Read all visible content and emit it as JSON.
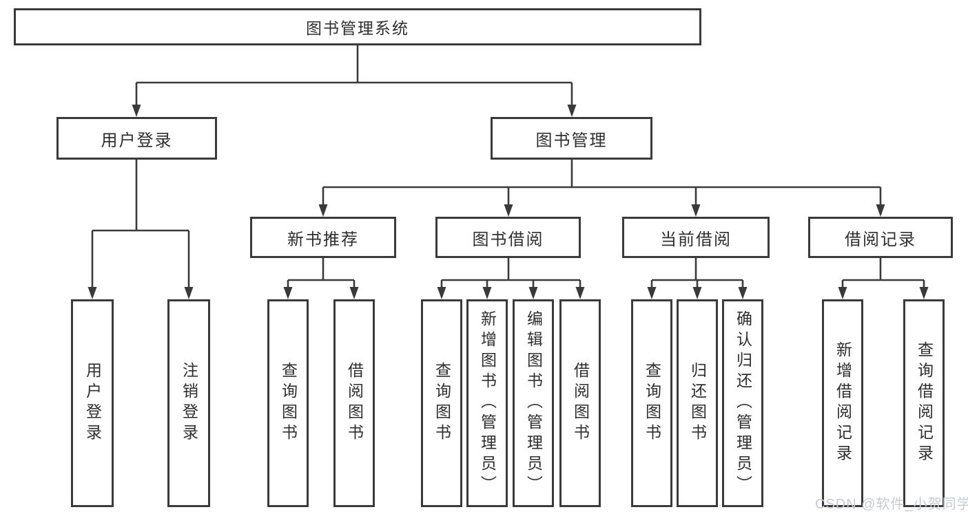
{
  "nodes": {
    "root": "图书管理系统",
    "user_login": "用户登录",
    "book_mgmt": "图书管理",
    "new_book": "新书推荐",
    "book_borrow": "图书借阅",
    "current_borrow": "当前借阅",
    "borrow_record": "借阅记录",
    "leaves": {
      "user_login": [
        "用户登录",
        "注销登录"
      ],
      "new_book": [
        "查询图书",
        "借阅图书"
      ],
      "book_borrow": [
        "查询图书",
        "新增图书（管理员）",
        "编辑图书（管理员）",
        "借阅图书"
      ],
      "current_borrow": [
        "查询图书",
        "归还图书",
        "确认归还（管理员）"
      ],
      "borrow_record": [
        "新增借阅记录",
        "查询借阅记录"
      ]
    }
  },
  "watermark": {
    "text": "CSDN @软件_小贺同学"
  },
  "colors": {
    "line": "#3a3a3a",
    "box_border": "#3a3a3a",
    "box_fill": "#ffffff",
    "text": "#2e2e2e",
    "watermark": "#c7cbd0"
  }
}
